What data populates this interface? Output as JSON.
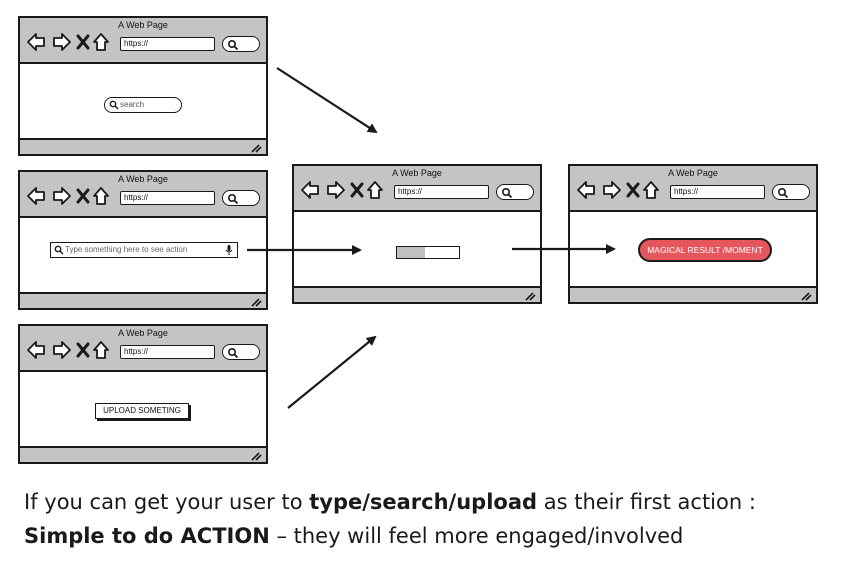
{
  "window_title": "A Web Page",
  "url_text": "https://",
  "icons": {
    "back": "back-arrow-icon",
    "forward": "forward-arrow-icon",
    "close": "close-x-icon",
    "home": "home-icon",
    "search": "magnifier-icon",
    "resize": "resize-grip-icon",
    "mic": "microphone-icon"
  },
  "windows": {
    "search": {
      "input_placeholder": "search"
    },
    "type": {
      "input_placeholder": "Type something here to see action"
    },
    "upload": {
      "button_label": "UPLOAD SOMETING"
    },
    "progress": {
      "fill_fraction": 0.45
    },
    "result": {
      "button_label": "MAGICAL RESULT /MOMENT"
    }
  },
  "colors": {
    "chrome": "#c4c4c4",
    "result_red": "#e5575c"
  },
  "caption": {
    "line1_pre": "If you can get your user to ",
    "line1_bold": "type/search/upload",
    "line1_post": " as their first action :",
    "line2_bold": "Simple to do ACTION",
    "line2_post": " – they will feel more engaged/involved"
  }
}
